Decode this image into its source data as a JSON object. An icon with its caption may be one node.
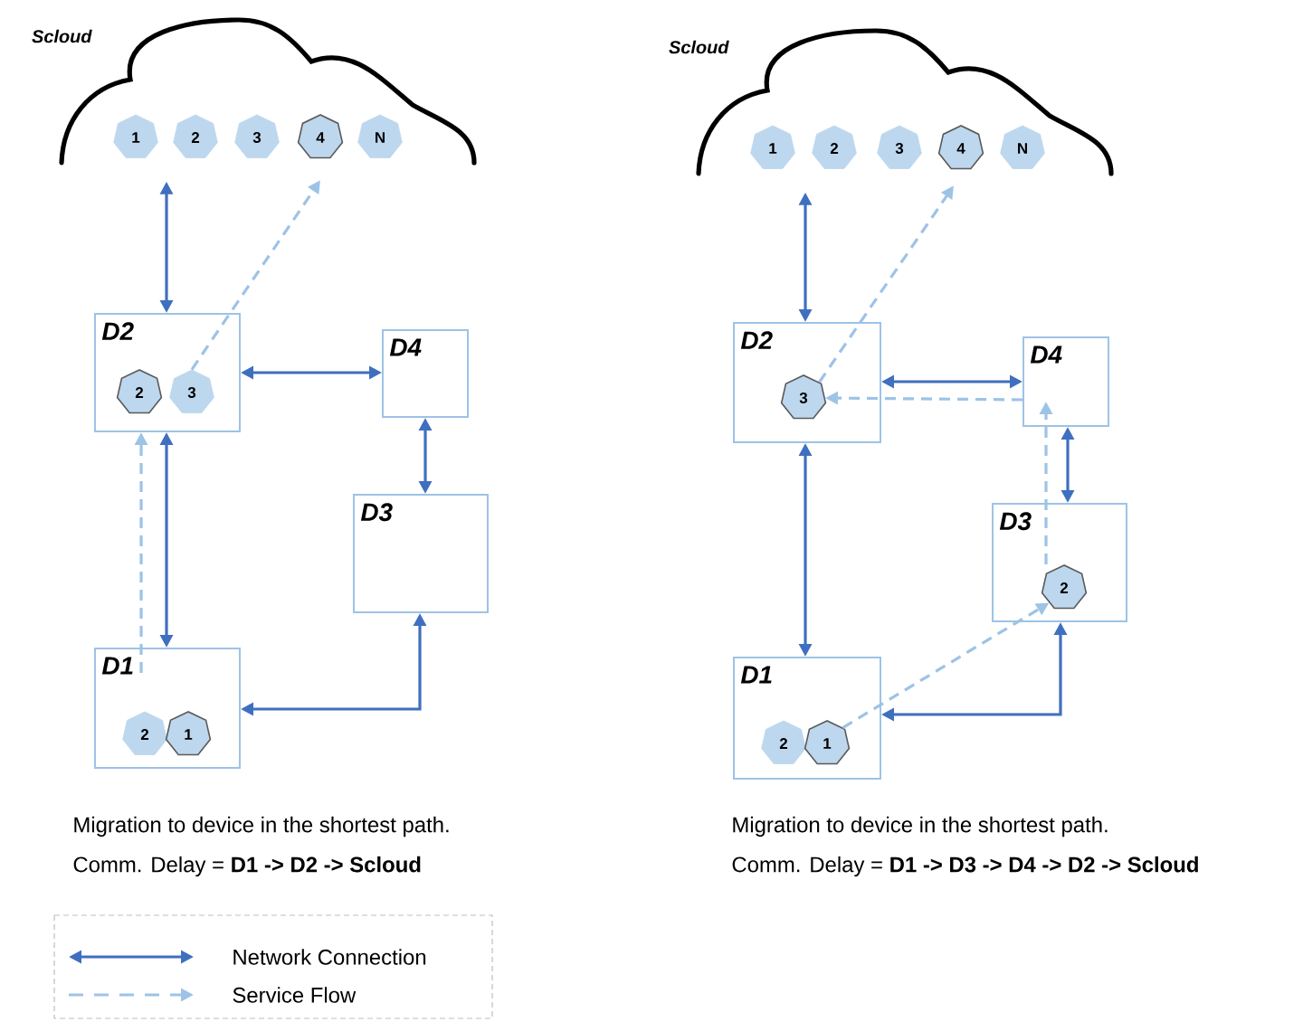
{
  "diagram": {
    "nodes": [
      {
        "text": [
          "Scloud"
        ]
      },
      {
        "text": [
          "1"
        ],
        "in": 0
      },
      {
        "text": [
          "2"
        ],
        "in": 0
      },
      {
        "text": [
          "3"
        ],
        "in": 0
      },
      {
        "text": [
          "4"
        ],
        "in": 0
      },
      {
        "text": [
          "N"
        ],
        "in": 0
      },
      {
        "text": [
          "D2"
        ]
      },
      {
        "text": [
          "2"
        ],
        "in": 6
      },
      {
        "text": [
          "3"
        ],
        "in": 6
      },
      {
        "text": [
          "D4"
        ]
      },
      {
        "text": [
          "D3"
        ]
      },
      {
        "text": [
          "D1"
        ]
      },
      {
        "text": [
          "2"
        ],
        "in": 11
      },
      {
        "text": [
          "1"
        ],
        "in": 11
      },
      {
        "text": [
          "Scloud"
        ]
      },
      {
        "text": [
          "1"
        ],
        "in": 14
      },
      {
        "text": [
          "2"
        ],
        "in": 14
      },
      {
        "text": [
          "3"
        ],
        "in": 14
      },
      {
        "text": [
          "4"
        ],
        "in": 14
      },
      {
        "text": [
          "N"
        ],
        "in": 14
      },
      {
        "text": [
          "D2"
        ]
      },
      {
        "text": [
          "3"
        ],
        "in": 20
      },
      {
        "text": [
          "D4"
        ]
      },
      {
        "text": [
          "D3"
        ]
      },
      {
        "text": [
          "2"
        ],
        "in": 23
      },
      {
        "text": [
          "D1"
        ]
      },
      {
        "text": [
          "2"
        ],
        "in": 25
      },
      {
        "text": [
          "1"
        ],
        "in": 25
      }
    ],
    "edges": [
      {
        "from": 0,
        "to": 6,
        "arrow": "both"
      },
      {
        "from": 8,
        "to": 4,
        "arrow": "to",
        "style": "dashed",
        "color": "#9dc3e6"
      },
      {
        "from": 6,
        "to": 9,
        "arrow": "both"
      },
      {
        "from": 9,
        "to": 10,
        "arrow": "both"
      },
      {
        "from": 11,
        "to": 10,
        "arrow": "both"
      },
      {
        "from": 6,
        "to": 11,
        "arrow": "both"
      },
      {
        "from": 11,
        "to": 6,
        "arrow": "to",
        "style": "dashed",
        "color": "#9dc3e6"
      },
      {
        "from": 14,
        "to": 20,
        "arrow": "both"
      },
      {
        "from": 21,
        "to": 18,
        "arrow": "to",
        "style": "dashed",
        "color": "#9dc3e6"
      },
      {
        "from": 20,
        "to": 22,
        "arrow": "both"
      },
      {
        "from": 22,
        "to": 23,
        "arrow": "both"
      },
      {
        "from": 25,
        "to": 23,
        "arrow": "both"
      },
      {
        "from": 20,
        "to": 25,
        "arrow": "both"
      },
      {
        "from": 27,
        "to": 24,
        "arrow": "to",
        "style": "dashed",
        "color": "#9dc3e6"
      },
      {
        "from": 24,
        "to": 22,
        "arrow": "to",
        "style": "dashed",
        "color": "#9dc3e6"
      },
      {
        "from": 22,
        "to": 21,
        "arrow": "to",
        "style": "dashed",
        "color": "#9dc3e6"
      }
    ],
    "labels": [
      "Migration to device in the shortest path.",
      "Comm. Delay = **D1 -> D2 ->  Scloud**",
      "Migration to device in the shortest path.",
      "Comm. Delay = **D1 -> D3 -> D4 -> D2 ->  Scloud**"
    ],
    "legend": [
      {
        "text": "Network Connection"
      },
      {
        "text": "Service Flow"
      }
    ]
  }
}
